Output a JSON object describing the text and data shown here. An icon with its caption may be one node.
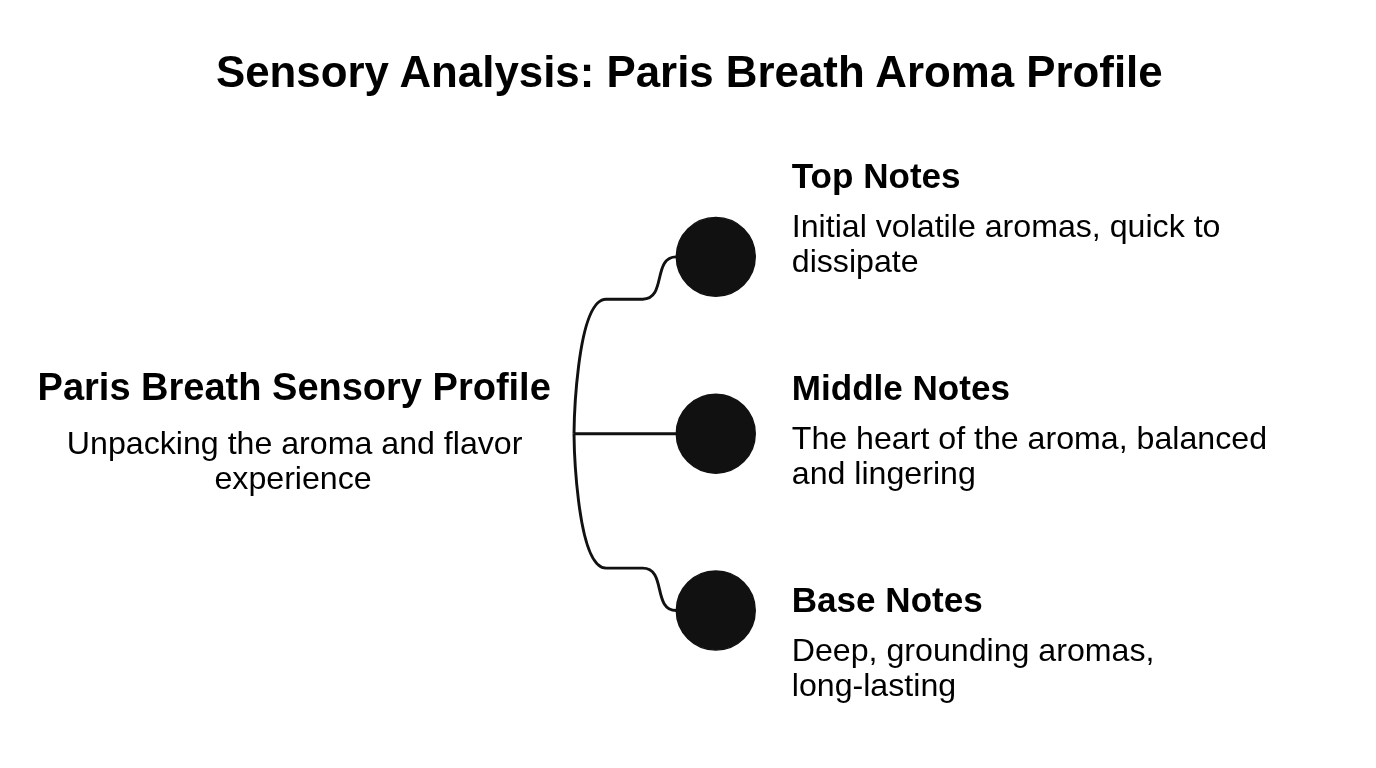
{
  "diagram": {
    "title": "Sensory Analysis: Paris Breath Aroma Profile",
    "nodes": [
      {
        "text": [
          "Paris Breath Sensory Profile",
          "Unpacking the aroma and flavor experience"
        ]
      },
      {
        "text": [],
        "shape": "circle",
        "beside": [
          "Top Notes",
          "Initial volatile aromas, quick to dissipate"
        ]
      },
      {
        "text": [],
        "shape": "circle",
        "beside": [
          "Middle Notes",
          "The heart of the aroma, balanced and lingering"
        ]
      },
      {
        "text": [],
        "shape": "circle",
        "beside": [
          "Base Notes",
          "Deep, grounding aromas, long-lasting"
        ]
      }
    ],
    "edges": [
      {
        "from": 0,
        "to": 1,
        "arrow": "none"
      },
      {
        "from": 0,
        "to": 2,
        "arrow": "none"
      },
      {
        "from": 0,
        "to": 3,
        "arrow": "none"
      }
    ]
  }
}
